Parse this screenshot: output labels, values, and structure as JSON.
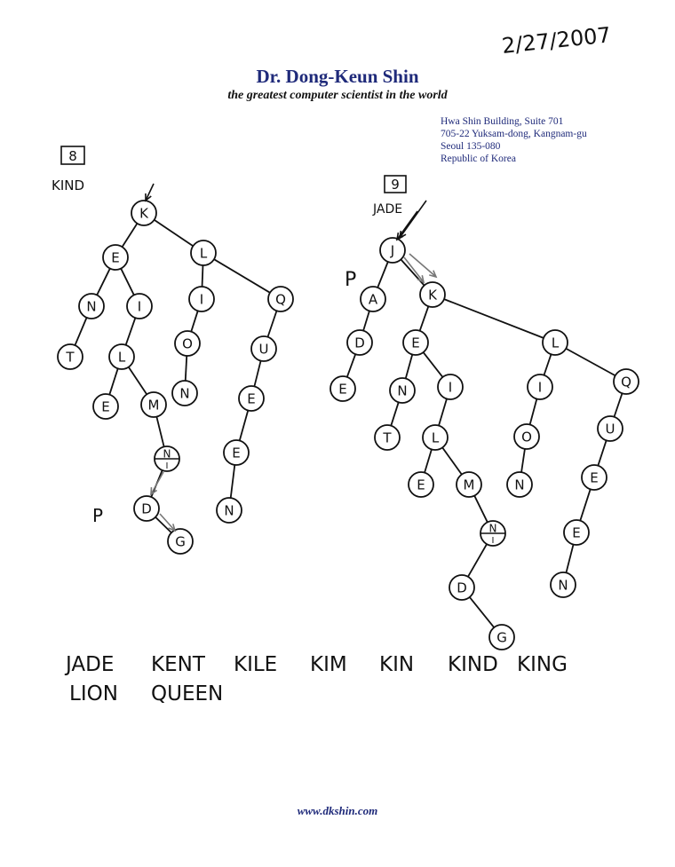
{
  "date": "2/27/2007",
  "header": {
    "name": "Dr. Dong-Keun Shin",
    "tagline": "the greatest computer scientist in the world",
    "address": [
      "Hwa Shin Building, Suite 701",
      "705-22 Yuksam-dong, Kangnam-gu",
      "Seoul 135-080",
      "Republic of Korea"
    ]
  },
  "diagram8": {
    "number": "8",
    "word": "KIND",
    "pointer_label": "P",
    "nodes": [
      {
        "id": "K",
        "label": "K"
      },
      {
        "id": "E",
        "label": "E"
      },
      {
        "id": "L",
        "label": "L"
      },
      {
        "id": "N",
        "label": "N"
      },
      {
        "id": "I",
        "label": "I"
      },
      {
        "id": "T",
        "label": "T"
      },
      {
        "id": "L2",
        "label": "L"
      },
      {
        "id": "E2",
        "label": "E"
      },
      {
        "id": "M",
        "label": "M"
      },
      {
        "id": "NI",
        "label": "N"
      },
      {
        "id": "D",
        "label": "D"
      },
      {
        "id": "G",
        "label": "G"
      },
      {
        "id": "I3",
        "label": "I"
      },
      {
        "id": "O",
        "label": "O"
      },
      {
        "id": "N3",
        "label": "N"
      },
      {
        "id": "Q",
        "label": "Q"
      },
      {
        "id": "U",
        "label": "U"
      },
      {
        "id": "E4",
        "label": "E"
      },
      {
        "id": "E5",
        "label": "E"
      },
      {
        "id": "N5",
        "label": "N"
      }
    ],
    "edges": [
      [
        "K",
        "E"
      ],
      [
        "K",
        "L"
      ],
      [
        "E",
        "N"
      ],
      [
        "E",
        "I"
      ],
      [
        "N",
        "T"
      ],
      [
        "I",
        "L2"
      ],
      [
        "L2",
        "E2"
      ],
      [
        "L2",
        "M"
      ],
      [
        "M",
        "NI"
      ],
      [
        "NI",
        "D"
      ],
      [
        "D",
        "G"
      ],
      [
        "L",
        "I3"
      ],
      [
        "L",
        "Q"
      ],
      [
        "I3",
        "O"
      ],
      [
        "O",
        "N3"
      ],
      [
        "Q",
        "U"
      ],
      [
        "U",
        "E4"
      ],
      [
        "E4",
        "E5"
      ],
      [
        "E5",
        "N5"
      ]
    ]
  },
  "diagram9": {
    "number": "9",
    "word": "JADE",
    "pointer_label": "P",
    "nodes": [
      {
        "id": "J",
        "label": "J"
      },
      {
        "id": "A",
        "label": "A"
      },
      {
        "id": "D1",
        "label": "D"
      },
      {
        "id": "E1",
        "label": "E"
      },
      {
        "id": "K",
        "label": "K"
      },
      {
        "id": "E",
        "label": "E"
      },
      {
        "id": "N",
        "label": "N"
      },
      {
        "id": "T",
        "label": "T"
      },
      {
        "id": "I",
        "label": "I"
      },
      {
        "id": "L2",
        "label": "L"
      },
      {
        "id": "E2",
        "label": "E"
      },
      {
        "id": "M",
        "label": "M"
      },
      {
        "id": "NI",
        "label": "N"
      },
      {
        "id": "D",
        "label": "D"
      },
      {
        "id": "G",
        "label": "G"
      },
      {
        "id": "L",
        "label": "L"
      },
      {
        "id": "I3",
        "label": "I"
      },
      {
        "id": "O",
        "label": "O"
      },
      {
        "id": "N3",
        "label": "N"
      },
      {
        "id": "Q",
        "label": "Q"
      },
      {
        "id": "U",
        "label": "U"
      },
      {
        "id": "E4",
        "label": "E"
      },
      {
        "id": "E5",
        "label": "E"
      },
      {
        "id": "N5",
        "label": "N"
      }
    ],
    "edges": [
      [
        "J",
        "A"
      ],
      [
        "J",
        "K"
      ],
      [
        "A",
        "D1"
      ],
      [
        "D1",
        "E1"
      ],
      [
        "K",
        "E"
      ],
      [
        "K",
        "L"
      ],
      [
        "E",
        "N"
      ],
      [
        "E",
        "I"
      ],
      [
        "N",
        "T"
      ],
      [
        "I",
        "L2"
      ],
      [
        "L2",
        "E2"
      ],
      [
        "L2",
        "M"
      ],
      [
        "M",
        "NI"
      ],
      [
        "NI",
        "D"
      ],
      [
        "D",
        "G"
      ],
      [
        "L",
        "I3"
      ],
      [
        "L",
        "Q"
      ],
      [
        "I3",
        "O"
      ],
      [
        "O",
        "N3"
      ],
      [
        "Q",
        "U"
      ],
      [
        "U",
        "E4"
      ],
      [
        "E4",
        "E5"
      ],
      [
        "E5",
        "N5"
      ]
    ]
  },
  "words_line1": [
    "JADE",
    "KENT",
    "KILE",
    "KIM",
    "KIN",
    "KIND",
    "KING"
  ],
  "words_line2": [
    "LION",
    "QUEEN"
  ],
  "footer": "www.dkshin.com"
}
